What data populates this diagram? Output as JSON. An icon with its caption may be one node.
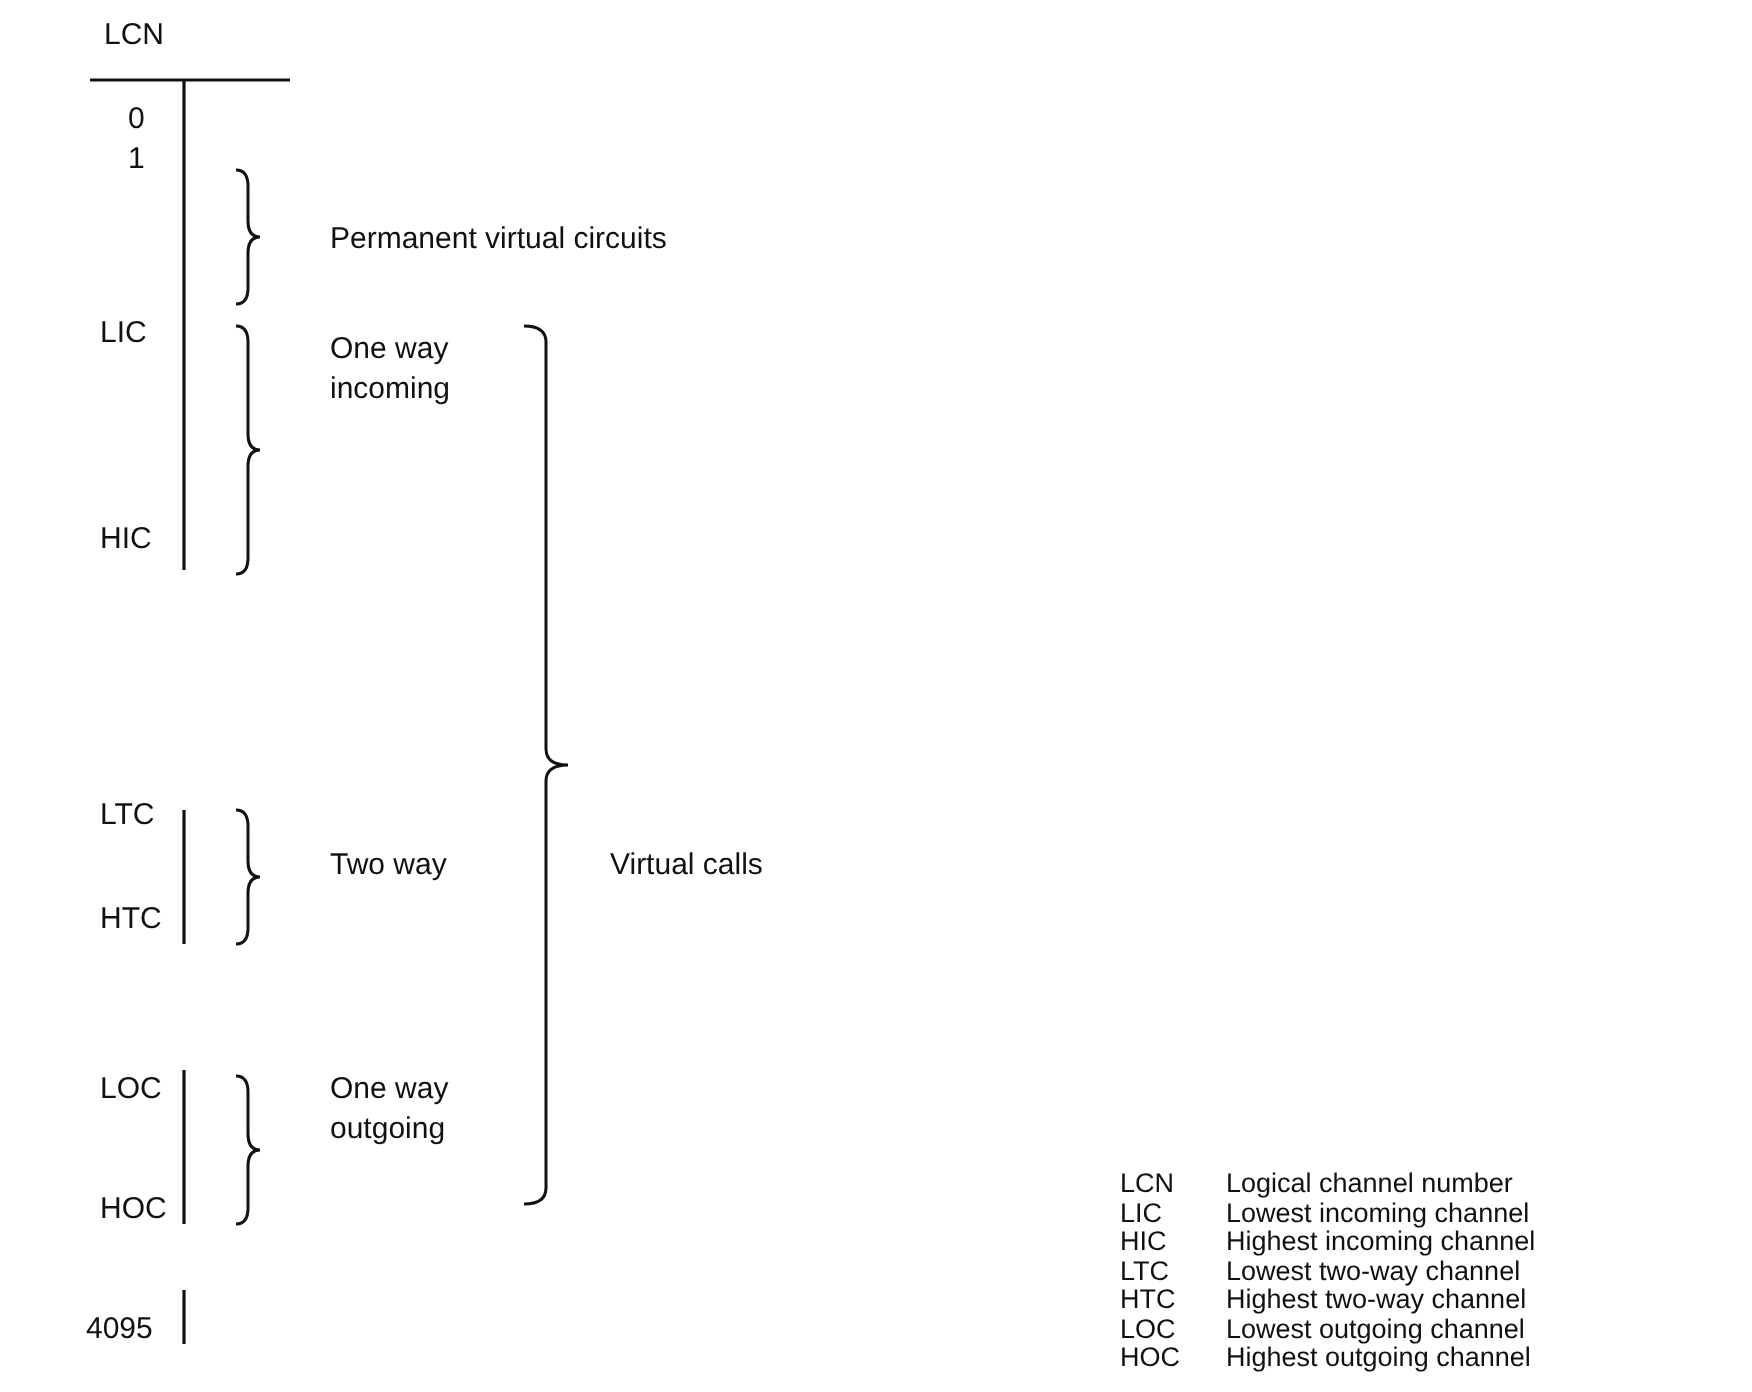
{
  "diagram": {
    "labels": [
      "LCN",
      "0",
      "1",
      "Permanent virtual circuits",
      "LIC",
      "One way incoming",
      "HIC",
      "LTC",
      "Two way",
      "Virtual calls",
      "HTC",
      "LOC",
      "One way outgoing",
      "HOC",
      "4095",
      "LCN",
      "Logical channel number",
      "LIC",
      "Lowest incoming channel",
      "HIC",
      "Highest incoming channel",
      "LTC",
      "Lowest two-way channel",
      "HTC",
      "Highest two-way channel",
      "LOC",
      "Lowest outgoing channel",
      "HOC",
      "Highest outgoing channel"
    ]
  }
}
